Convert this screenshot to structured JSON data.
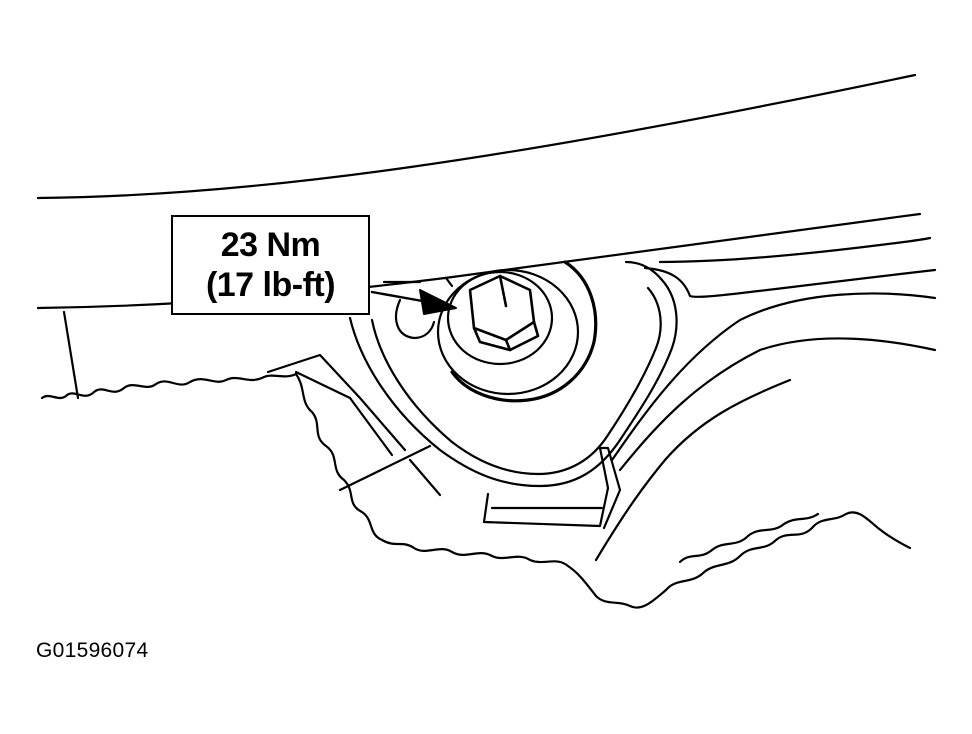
{
  "callout": {
    "torque_nm": "23 Nm",
    "torque_lbft": "(17 lb-ft)"
  },
  "figure_id": "G01596074",
  "colors": {
    "ink": "#000000",
    "paper": "#ffffff"
  },
  "icons": {
    "bolt": "hex-bolt-icon",
    "arrow": "pointer-arrow-icon"
  }
}
